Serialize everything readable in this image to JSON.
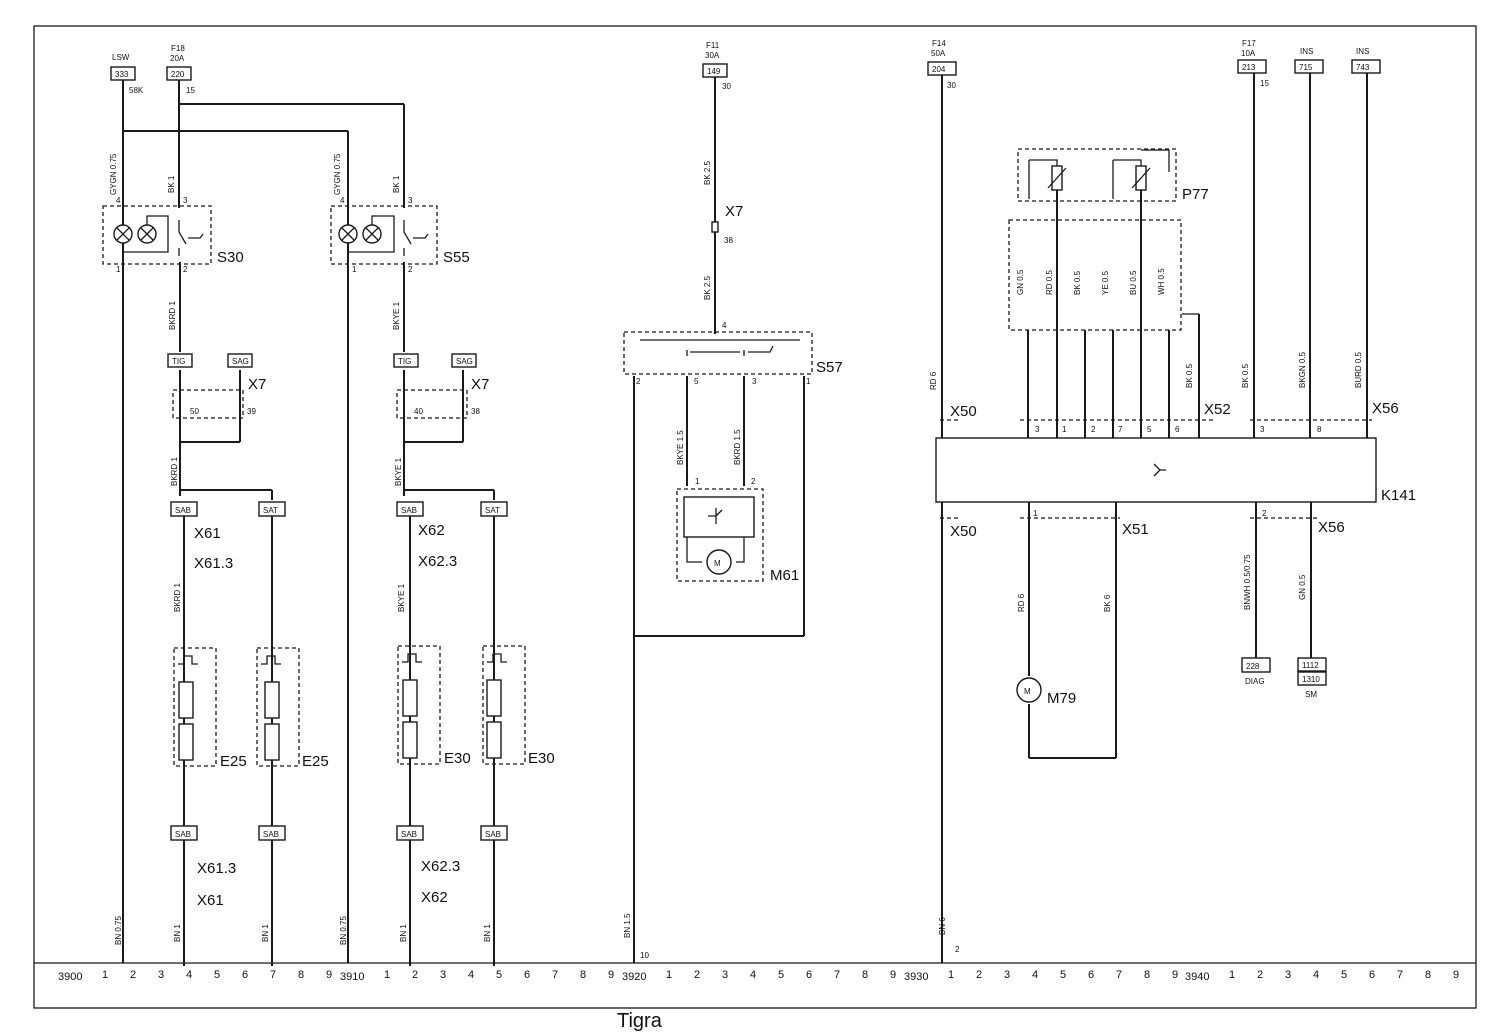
{
  "caption": "Tigra",
  "fuses": [
    {
      "id": "lsw",
      "name": "LSW",
      "rating": "",
      "ref": "333",
      "terminal": "58K"
    },
    {
      "id": "f18",
      "name": "F18",
      "rating": "20A",
      "ref": "220",
      "terminal": "15"
    },
    {
      "id": "f11",
      "name": "F11",
      "rating": "30A",
      "ref": "149",
      "terminal": "30"
    },
    {
      "id": "f14",
      "name": "F14",
      "rating": "50A",
      "ref": "204",
      "terminal": "30"
    },
    {
      "id": "f17",
      "name": "F17",
      "rating": "10A",
      "ref": "213",
      "terminal": "15"
    },
    {
      "id": "ins1",
      "name": "INS",
      "rating": "",
      "ref": "715",
      "terminal": ""
    },
    {
      "id": "ins2",
      "name": "INS",
      "rating": "",
      "ref": "743",
      "terminal": ""
    }
  ],
  "components": {
    "S30": "S30",
    "S55": "S55",
    "S57": "S57",
    "M61": "M61",
    "M79": "M79",
    "P77": "P77",
    "K141": "K141",
    "E25": "E25",
    "E30": "E30"
  },
  "connectors": {
    "X7": "X7",
    "X61": "X61",
    "X61_3": "X61.3",
    "X62": "X62",
    "X62_3": "X62.3",
    "X50": "X50",
    "X51": "X51",
    "X52": "X52",
    "X56": "X56"
  },
  "wires": {
    "gygn075": "GYGN 0.75",
    "bk1": "BK 1",
    "bkrd1": "BKRD 1",
    "bkye1": "BKYE 1",
    "bn075": "BN 0.75",
    "bn1": "BN 1",
    "bk25": "BK 2.5",
    "bkye15": "BKYE 1.5",
    "bkrd15": "BKRD 1.5",
    "bn15": "BN 1.5",
    "rd6": "RD 6",
    "bn6": "BN 6",
    "gn05": "GN 0.5",
    "rd05": "RD 0.5",
    "bk05": "BK 0.5",
    "ye05": "YE 0.5",
    "bu05": "BU 0.5",
    "wh05": "WH 0.5",
    "bkgn05": "BKGN 0.5",
    "burd05": "BURD 0.5",
    "bk6": "BK 6",
    "bnwh": "BNWH 0.5/0.75"
  },
  "tags": {
    "tig": "TIG",
    "sag": "SAG",
    "sab": "SAB",
    "sat": "SAT"
  },
  "destinations": {
    "diag": "DIAG",
    "diag_ref": "228",
    "sm": "SM",
    "sm_ref1": "1112",
    "sm_ref2": "1310"
  },
  "ruler": {
    "sections": [
      "3900",
      "3910",
      "3920",
      "3930",
      "3940"
    ],
    "digits": [
      "1",
      "2",
      "3",
      "4",
      "5",
      "6",
      "7",
      "8",
      "9"
    ]
  },
  "colors": {
    "line": "#1a1a1a",
    "background": "#ffffff"
  }
}
